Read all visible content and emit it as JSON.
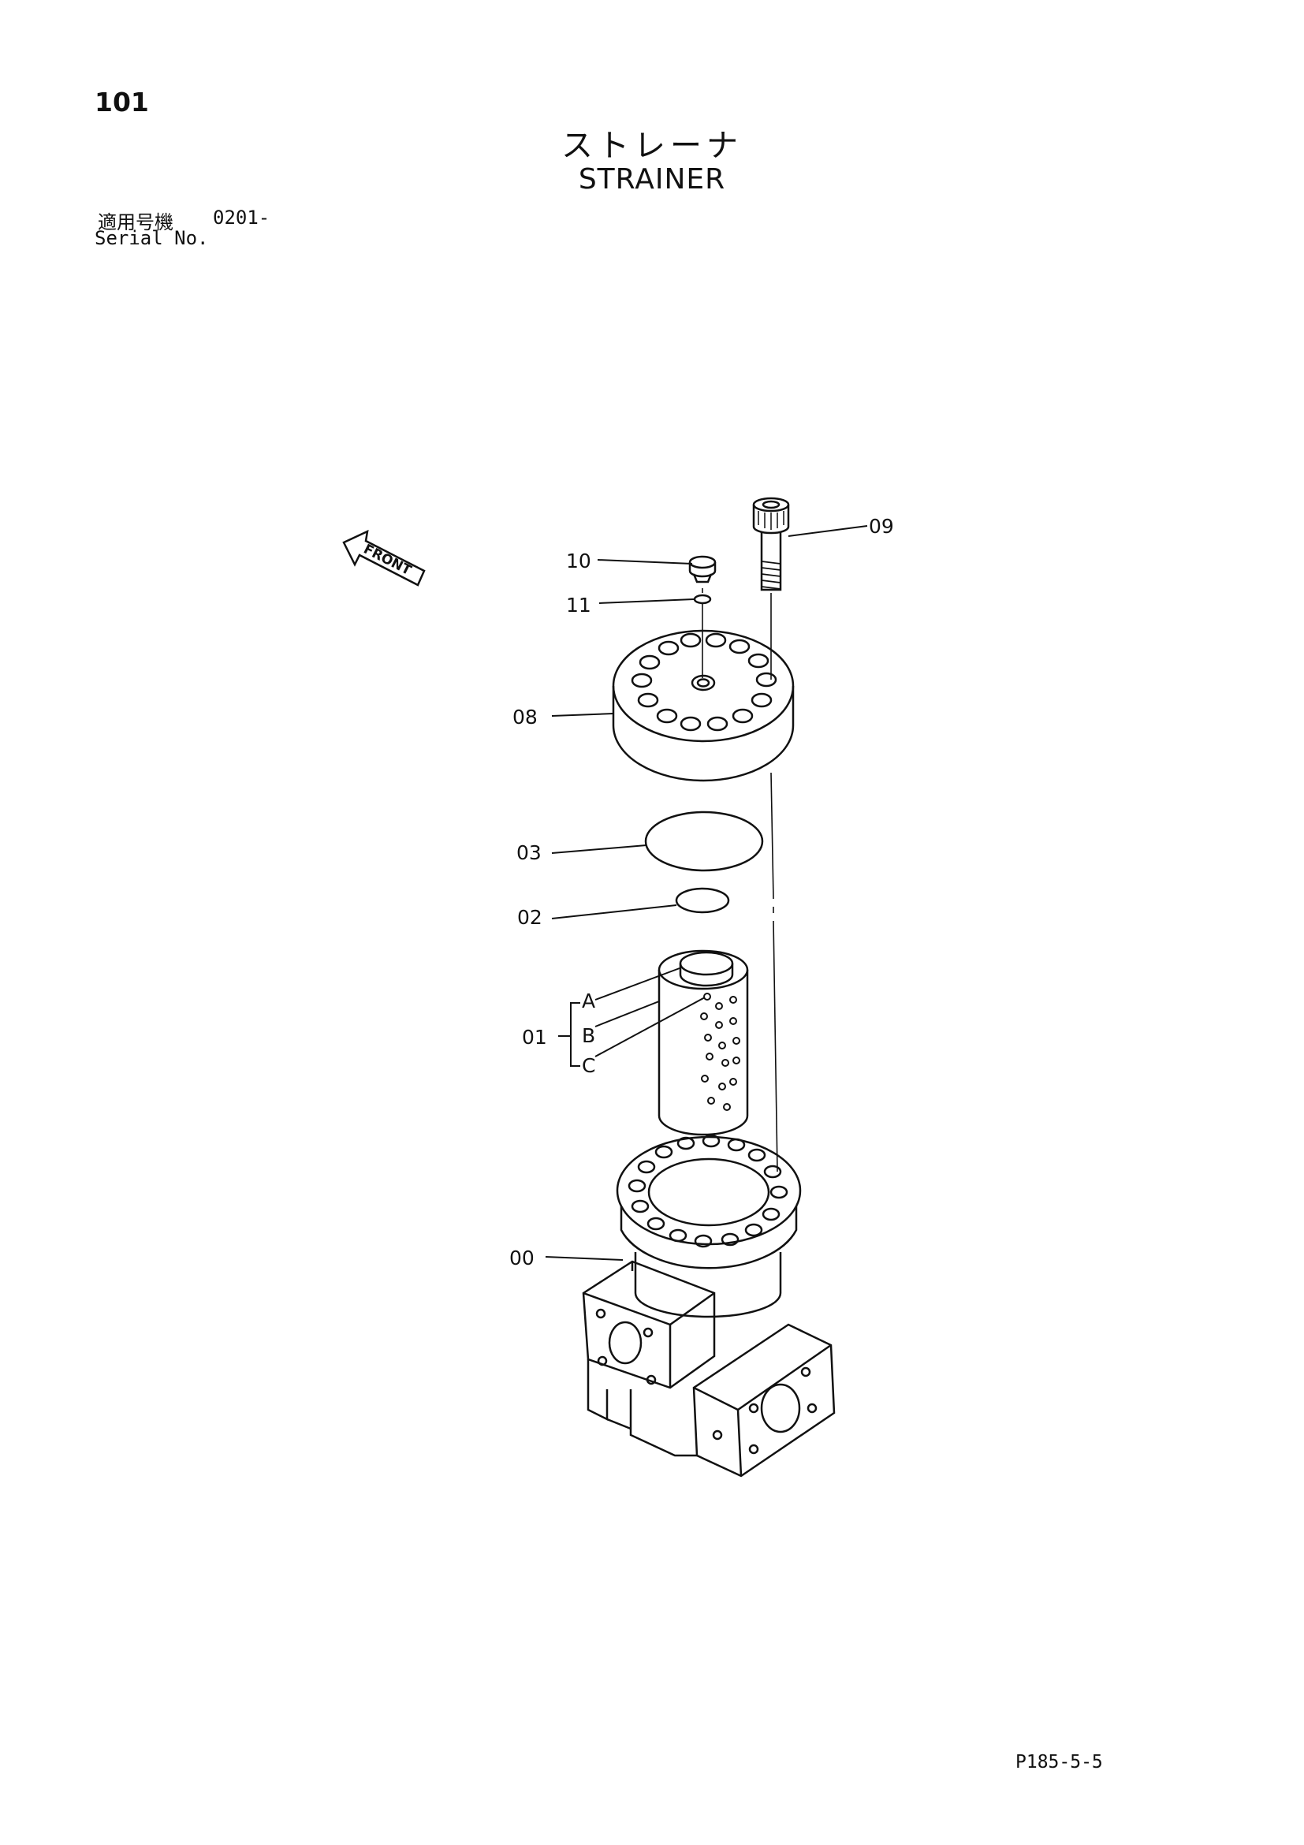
{
  "header": {
    "page_number": "101",
    "title_jp": "ストレーナ",
    "title_en": "STRAINER",
    "serial_label_jp": "適用号機",
    "serial_code": "0201-",
    "serial_label_en": "Serial No."
  },
  "diagram": {
    "front_label": "FRONT",
    "callouts": {
      "p00": "00",
      "p01": "01",
      "p01a": "A",
      "p01b": "B",
      "p01c": "C",
      "p02": "02",
      "p03": "03",
      "p08": "08",
      "p09": "09",
      "p10": "10",
      "p11": "11"
    }
  },
  "footer": {
    "reference": "P185-5-5"
  }
}
